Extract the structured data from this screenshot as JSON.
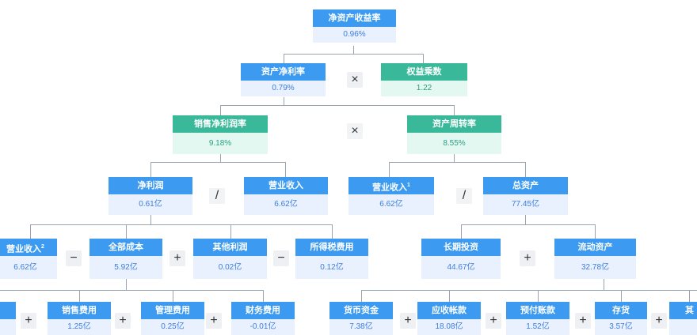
{
  "nodes": {
    "roe": {
      "label": "净资产收益率",
      "value": "0.96%"
    },
    "roa": {
      "label": "资产净利率",
      "value": "0.79%"
    },
    "equity_multiplier": {
      "label": "权益乘数",
      "value": "1.22"
    },
    "net_margin": {
      "label": "销售净利润率",
      "value": "9.18%"
    },
    "asset_turnover": {
      "label": "资产周转率",
      "value": "8.55%"
    },
    "net_profit": {
      "label": "净利润",
      "value": "0.61亿"
    },
    "revenue_a": {
      "label": "营业收入",
      "value": "6.62亿"
    },
    "revenue_b": {
      "label": "营业收入",
      "sup": "1",
      "value": "6.62亿"
    },
    "total_assets": {
      "label": "总资产",
      "value": "77.45亿"
    },
    "revenue_c": {
      "label": "营业收入",
      "sup": "2",
      "value": "6.62亿"
    },
    "total_cost": {
      "label": "全部成本",
      "value": "5.92亿"
    },
    "other_profit": {
      "label": "其他利润",
      "value": "0.02亿"
    },
    "income_tax": {
      "label": "所得税费用",
      "value": "0.12亿"
    },
    "long_term_investment": {
      "label": "长期投资",
      "value": "44.67亿"
    },
    "current_assets": {
      "label": "流动资产",
      "value": "32.78亿"
    },
    "selling_expense": {
      "label": "销售费用",
      "value": "1.25亿"
    },
    "admin_expense": {
      "label": "管理费用",
      "value": "0.25亿"
    },
    "finance_expense": {
      "label": "财务费用",
      "value": "-0.01亿"
    },
    "cash": {
      "label": "货币资金",
      "value": "7.38亿"
    },
    "receivables": {
      "label": "应收帐款",
      "value": "18.08亿"
    },
    "prepayments": {
      "label": "预付账款",
      "value": "1.52亿"
    },
    "inventory": {
      "label": "存货",
      "value": "3.57亿"
    },
    "other": {
      "label": "其"
    }
  },
  "operators": {
    "times": "×",
    "divide": "/",
    "minus": "−",
    "plus": "+"
  }
}
